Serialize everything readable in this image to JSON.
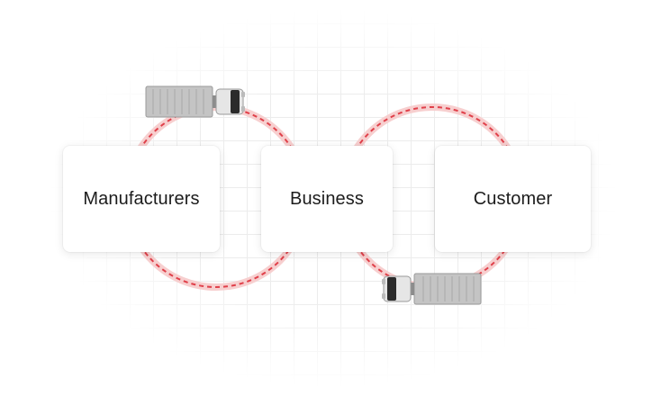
{
  "nodes": {
    "manufacturers": "Manufacturers",
    "business": "Business",
    "customer": "Customer"
  },
  "colors": {
    "route_glow": "#f6c9c9",
    "route_dash": "#e0404a",
    "truck_body": "#c9c9c9",
    "truck_cab": "#e4e4e4"
  },
  "icons": [
    "truck-icon",
    "truck-icon"
  ]
}
